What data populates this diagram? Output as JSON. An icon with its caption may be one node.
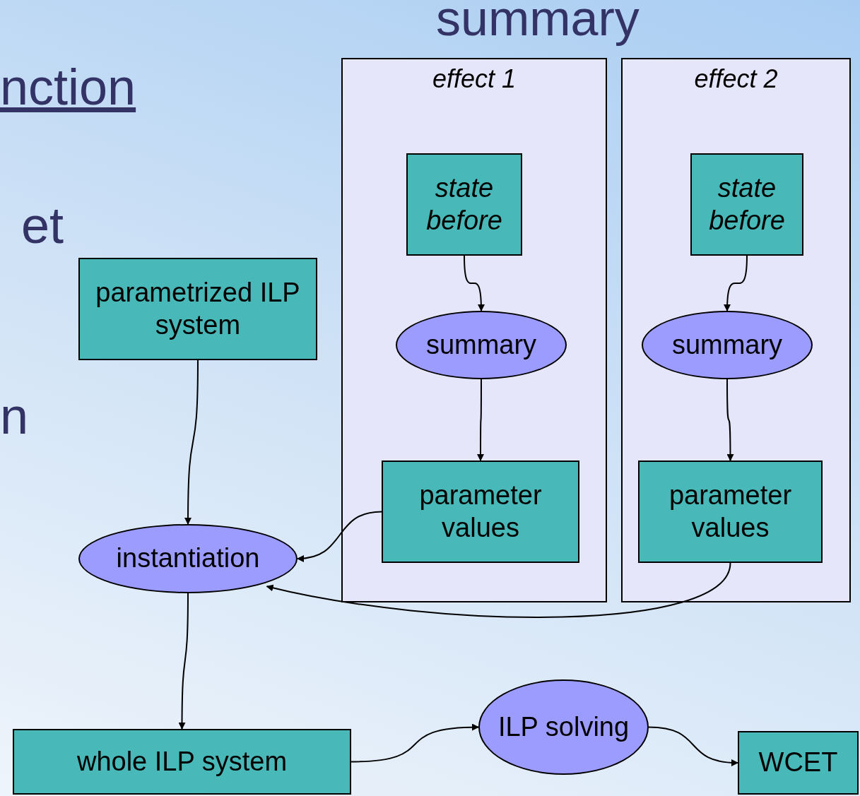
{
  "diagram": {
    "title": "summary",
    "nodes": [
      {
        "text": [
          "effect 1"
        ]
      },
      {
        "text": [
          "state before"
        ],
        "in": 0
      },
      {
        "text": [
          "summary"
        ],
        "in": 0
      },
      {
        "text": [
          "parameter values"
        ],
        "in": 0
      },
      {
        "text": [
          "effect 2"
        ]
      },
      {
        "text": [
          "state before"
        ],
        "in": 4
      },
      {
        "text": [
          "summary"
        ],
        "in": 4
      },
      {
        "text": [
          "parameter values"
        ],
        "in": 4
      },
      {
        "text": [
          "parametrized ILP system"
        ]
      },
      {
        "text": [
          "instantiation"
        ]
      },
      {
        "text": [
          "whole ILP system"
        ]
      },
      {
        "text": [
          "ILP solving"
        ]
      },
      {
        "text": [
          "WCET"
        ]
      }
    ],
    "edges": [
      {
        "from": 1,
        "to": 2,
        "arrow": "to"
      },
      {
        "from": 2,
        "to": 3,
        "arrow": "to"
      },
      {
        "from": 5,
        "to": 6,
        "arrow": "to"
      },
      {
        "from": 6,
        "to": 7,
        "arrow": "to"
      },
      {
        "from": 8,
        "to": 9,
        "arrow": "to"
      },
      {
        "from": 3,
        "to": 9,
        "arrow": "to"
      },
      {
        "from": 7,
        "to": 9,
        "arrow": "to"
      },
      {
        "from": 9,
        "to": 10,
        "arrow": "to"
      },
      {
        "from": 10,
        "to": 11,
        "arrow": "to"
      },
      {
        "from": 11,
        "to": 12,
        "arrow": "to"
      }
    ],
    "labels": [
      "nction",
      "et",
      "n"
    ]
  }
}
